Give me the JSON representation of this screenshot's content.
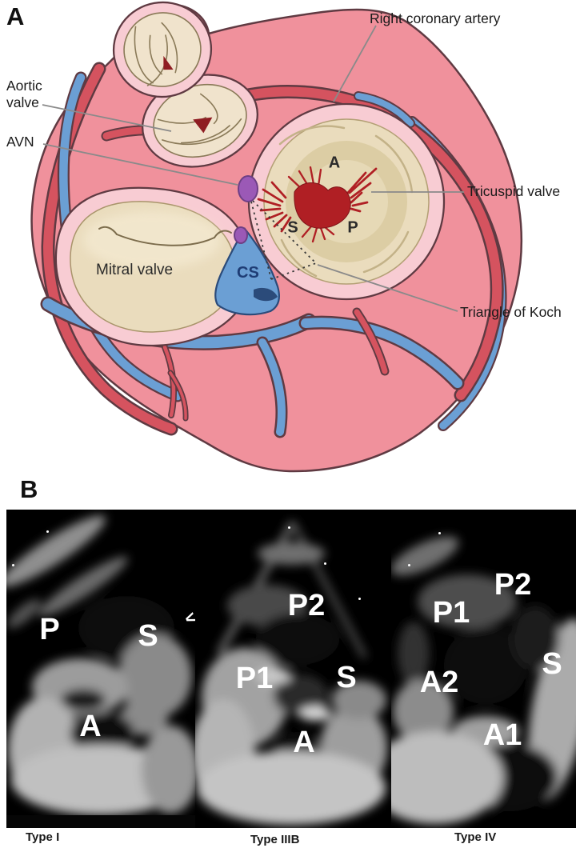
{
  "panel_a": {
    "label": "A",
    "annotations": {
      "right_coronary_artery": "Right coronary artery",
      "aortic_valve": [
        "Aortic",
        "valve"
      ],
      "avn": "AVN",
      "tricuspid_valve": "Tricuspid valve",
      "mitral_valve": "Mitral valve",
      "coronary_sinus": "CS",
      "triangle_of_koch": "Triangle of Koch",
      "tricuspid_leaflet_anterior": "A",
      "tricuspid_leaflet_septal": "S",
      "tricuspid_leaflet_posterior": "P"
    },
    "colors": {
      "heart_body": "#f0919c",
      "artery_red": "#d5535f",
      "vein_blue": "#6b9fd4",
      "valve_ring_pink": "#f8ccd3",
      "leaflet_cream": "#f0e3cc",
      "annulus_beige": "#eadcbd",
      "chordae_red": "#b01f24",
      "avn_purple": "#9b59b6",
      "outline": "#5f3a42",
      "label_ink": "#1a1a1a",
      "leader_gray": "#8a8a8a",
      "cs_ink": "#1e3c74"
    }
  },
  "panel_b": {
    "label": "B",
    "echo_panels": [
      {
        "caption": "Type I",
        "arrow_marker": "<",
        "labels": {
          "p": "P",
          "s": "S",
          "a": "A"
        }
      },
      {
        "caption": "Type IIIB",
        "labels": {
          "p2": "P2",
          "p1": "P1",
          "s": "S",
          "a": "A"
        }
      },
      {
        "caption": "Type IV",
        "labels": {
          "p1": "P1",
          "p2": "P2",
          "a2": "A2",
          "s": "S",
          "a1": "A1"
        }
      }
    ]
  }
}
